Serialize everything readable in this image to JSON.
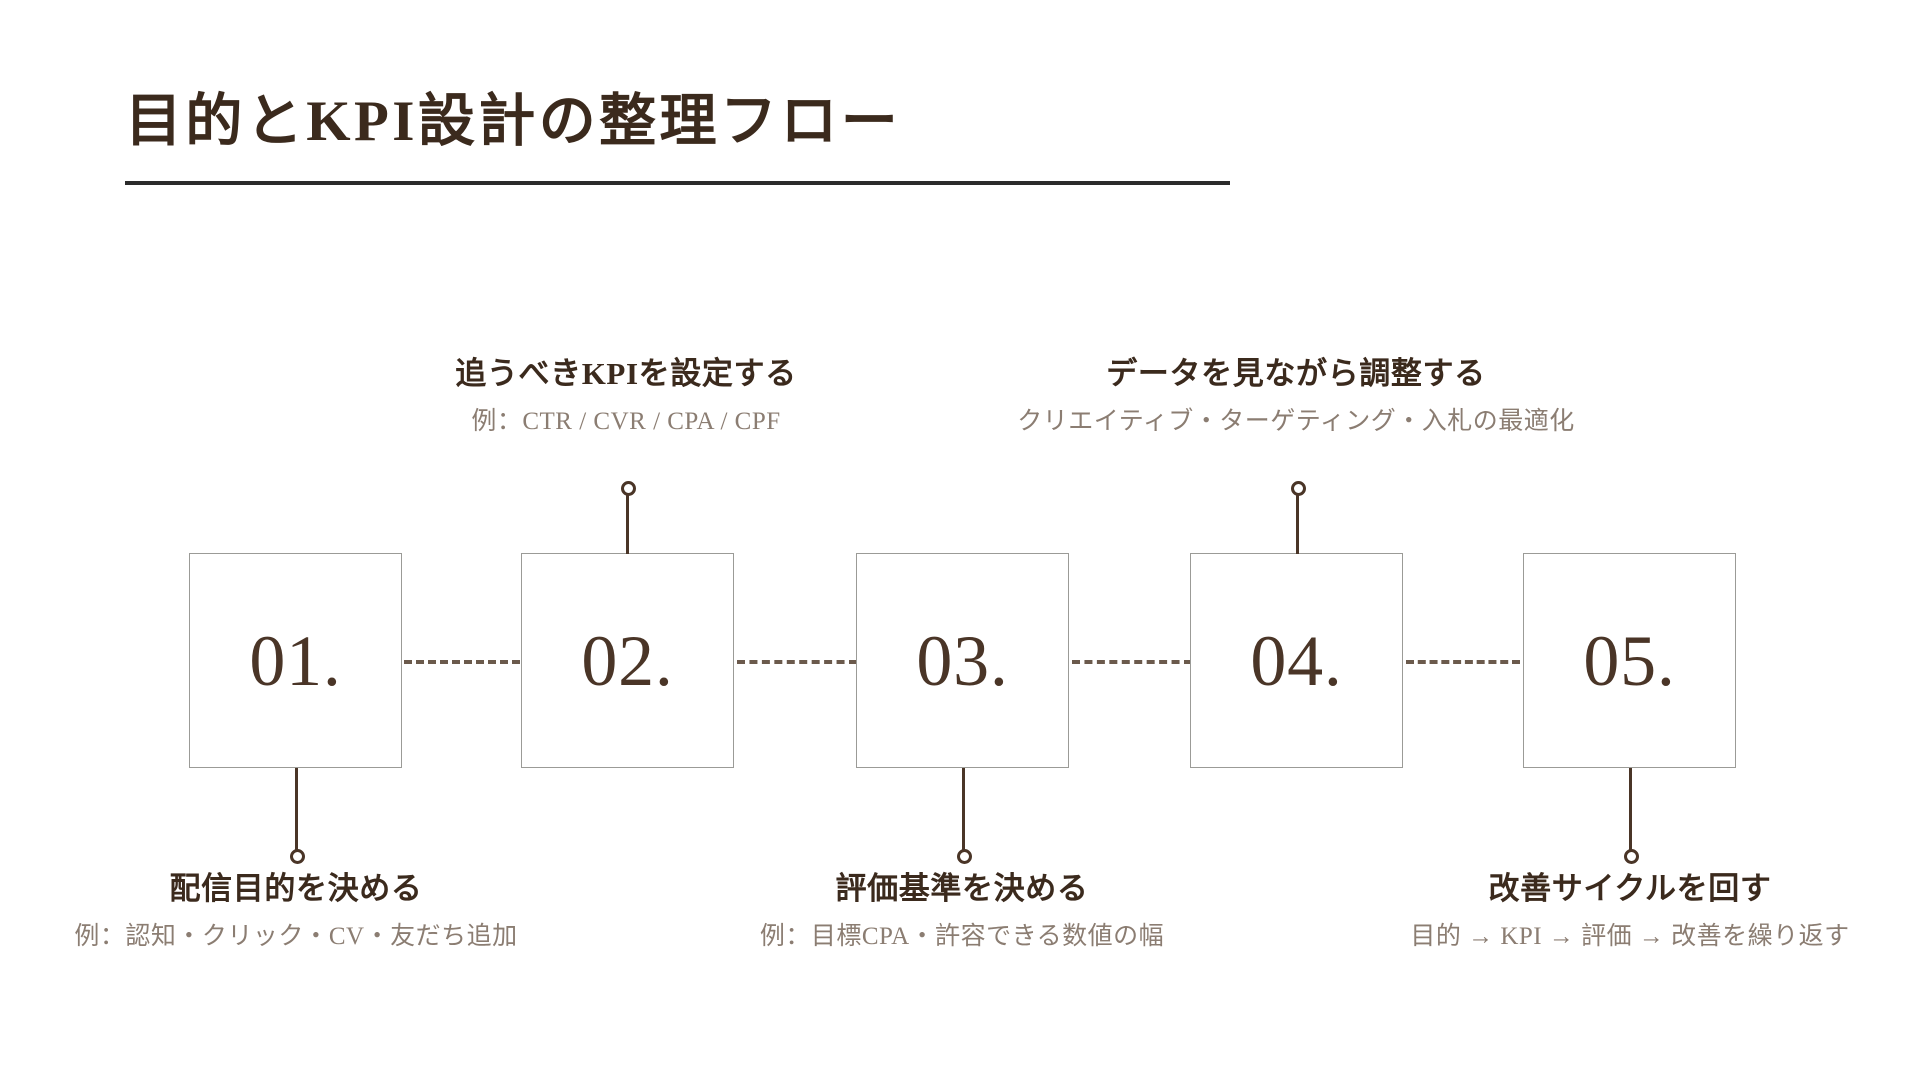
{
  "header": {
    "title": "目的とKPI設計の整理フロー",
    "rule_color": "#2b2b2b"
  },
  "theme": {
    "background": "#ffffff",
    "title_color": "#3b2a1d",
    "number_color": "#4a3527",
    "box_border_color": "#9b9b97",
    "connector_color": "#6b5a4c",
    "subtitle_color": "#8b7d72"
  },
  "flow": {
    "steps": [
      {
        "number": "01.",
        "label_position": "below",
        "title": "配信目的を決める",
        "subtitle": "例：認知・クリック・CV・友だち追加"
      },
      {
        "number": "02.",
        "label_position": "above",
        "title": "追うべきKPIを設定する",
        "subtitle": "例：CTR / CVR / CPA / CPF"
      },
      {
        "number": "03.",
        "label_position": "below",
        "title": "評価基準を決める",
        "subtitle": "例：目標CPA・許容できる数値の幅"
      },
      {
        "number": "04.",
        "label_position": "above",
        "title": "データを見ながら調整する",
        "subtitle": "クリエイティブ・ターゲティング・入札の最適化"
      },
      {
        "number": "05.",
        "label_position": "below",
        "title": "改善サイクルを回す",
        "subtitle": "目的 → KPI → 評価 → 改善を繰り返す"
      }
    ],
    "connector_style": "dashed"
  }
}
